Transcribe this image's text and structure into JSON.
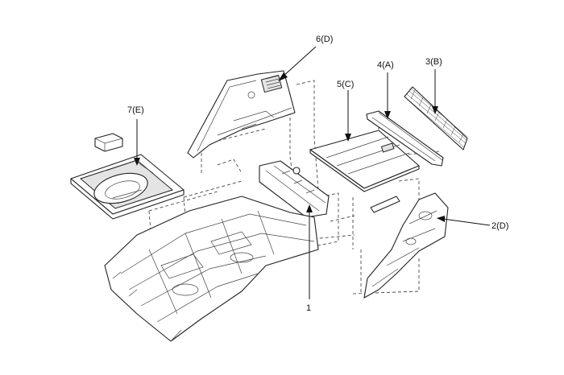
{
  "callouts": {
    "part_1": "1",
    "part_2": "2(D)",
    "part_3": "3(B)",
    "part_4": "4(A)",
    "part_5": "5(C)",
    "part_6": "6(D)",
    "part_7": "7(E)"
  }
}
